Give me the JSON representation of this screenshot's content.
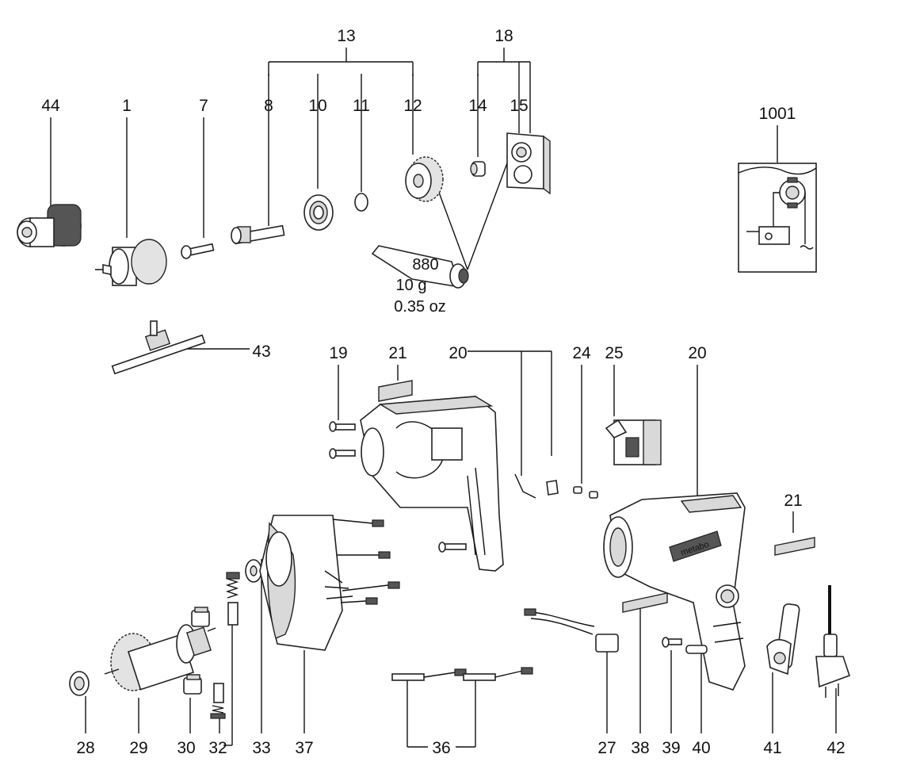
{
  "labels": {
    "p44": "44",
    "p1": "1",
    "p7": "7",
    "p8": "8",
    "p10": "10",
    "p11": "11",
    "p12": "12",
    "p13": "13",
    "p14": "14",
    "p15": "15",
    "p18": "18",
    "p1001": "1001",
    "p43": "43",
    "p19": "19",
    "p21a": "21",
    "p20a": "20",
    "p24": "24",
    "p25": "25",
    "p20b": "20",
    "p21b": "21",
    "p28": "28",
    "p29": "29",
    "p30": "30",
    "p32": "32",
    "p33": "33",
    "p37": "37",
    "p36": "36",
    "p27": "27",
    "p38": "38",
    "p39": "39",
    "p40": "40",
    "p41": "41",
    "p42": "42"
  },
  "grease": {
    "code": "880",
    "mass_g": "10 g",
    "mass_oz": "0.35 oz"
  },
  "brand_marking": "metabo"
}
